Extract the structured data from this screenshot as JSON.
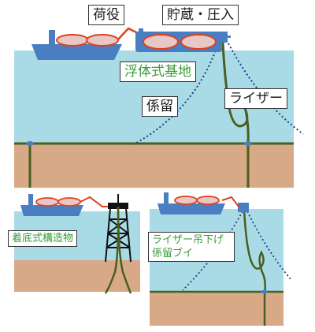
{
  "labels": {
    "cargo_handling": "荷役",
    "storage_pressurization": "貯蔵・圧入",
    "floating_base": "浮体式基地",
    "mooring": "係留",
    "riser": "ライザー",
    "fixed_structure": "着底式構造物",
    "riser_line1": "ライザー吊下げ",
    "riser_line2": "係留ブイ"
  },
  "colors": {
    "sea": "#a9dbe6",
    "seabed": "#d8a986",
    "hull": "#4a7ec2",
    "tank_fill": "#e9c7c4",
    "tank_stroke": "#e0401f",
    "hose": "#e0401f",
    "pipe": "#4a5e1f",
    "mooring_line": "#1f3c8a",
    "seabed_line": "#4a5e1f",
    "label_green": "#3a9a3a"
  },
  "icons": [
    "ship-icon",
    "tank-icon",
    "buoy-icon",
    "jacket-tower-icon",
    "well-icon"
  ]
}
